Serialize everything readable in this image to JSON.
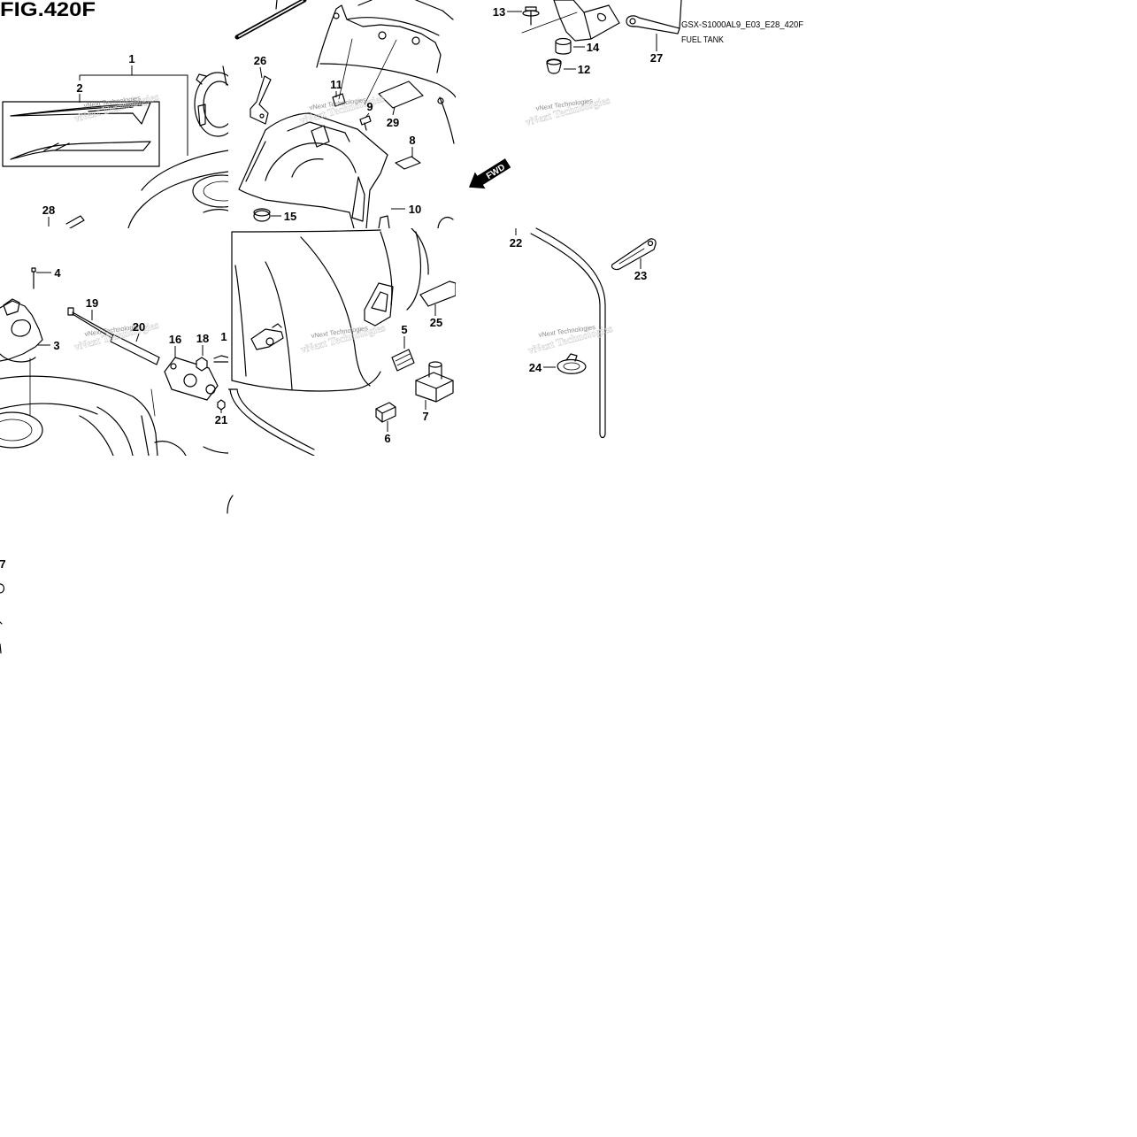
{
  "figure": {
    "number": "FIG.420F",
    "drawing_code": "GSX-S1000AL9_E03_E28_420F",
    "title": "FUEL TANK"
  },
  "direction_label": "FWD",
  "watermark": "vNext Technologies",
  "callouts": [
    "1",
    "2",
    "28",
    "4",
    "19",
    "20",
    "3",
    "16",
    "18",
    "1",
    "21",
    "26",
    "11",
    "9",
    "29",
    "8",
    "15",
    "10",
    "25",
    "5",
    "7",
    "6",
    "13",
    "14",
    "12",
    "27",
    "22",
    "23",
    "24",
    "7"
  ],
  "colors": {
    "ink": "#000000",
    "background": "#ffffff",
    "watermark": "#8a8a8a"
  }
}
